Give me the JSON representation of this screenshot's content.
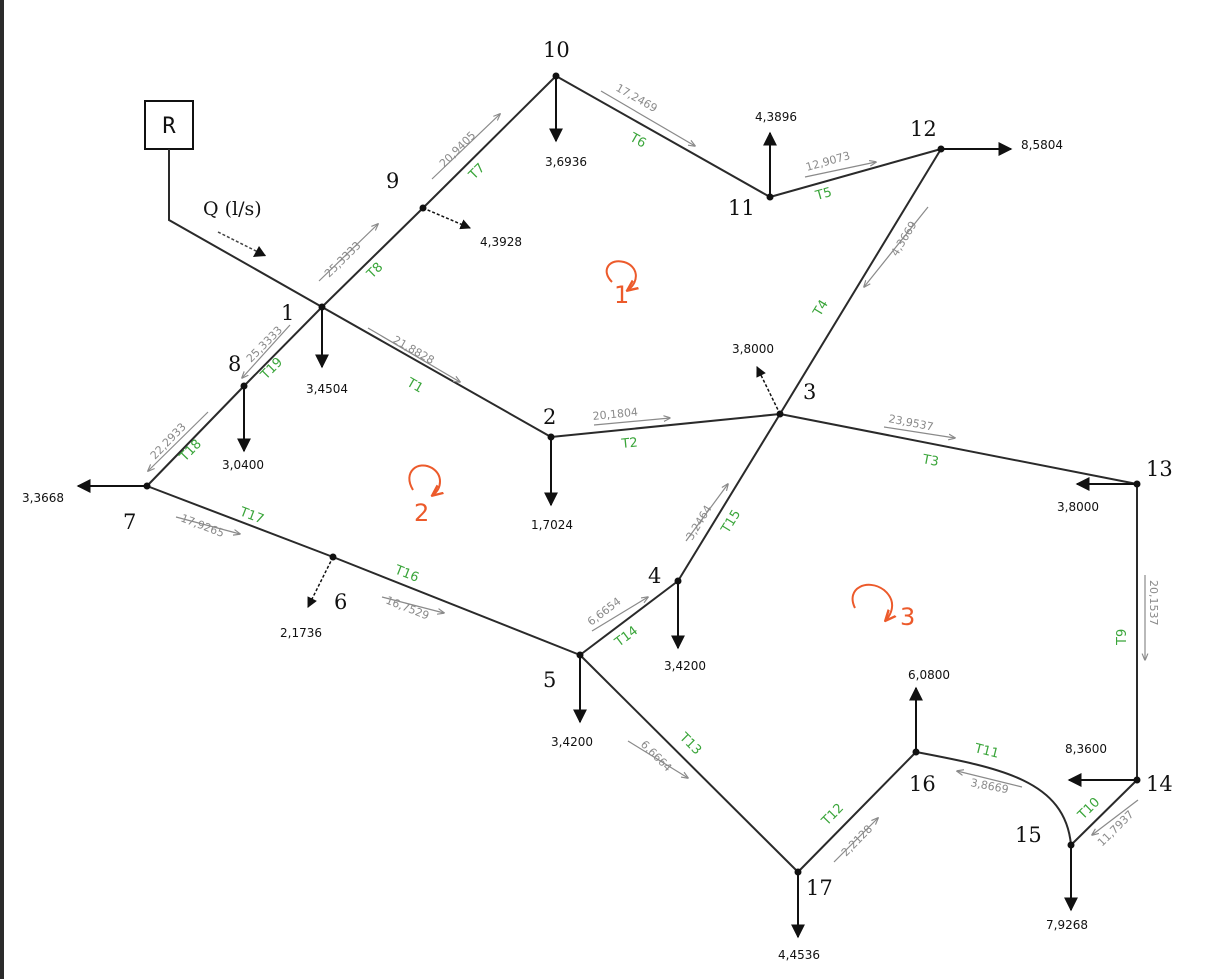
{
  "reservoir": {
    "label": "R"
  },
  "inflow": {
    "label": "Q (l/s)"
  },
  "nodes": [
    {
      "id": "1",
      "label": "1"
    },
    {
      "id": "2",
      "label": "2"
    },
    {
      "id": "3",
      "label": "3"
    },
    {
      "id": "4",
      "label": "4"
    },
    {
      "id": "5",
      "label": "5"
    },
    {
      "id": "6",
      "label": "6"
    },
    {
      "id": "7",
      "label": "7"
    },
    {
      "id": "8",
      "label": "8"
    },
    {
      "id": "9",
      "label": "9"
    },
    {
      "id": "10",
      "label": "10"
    },
    {
      "id": "11",
      "label": "11"
    },
    {
      "id": "12",
      "label": "12"
    },
    {
      "id": "13",
      "label": "13"
    },
    {
      "id": "14",
      "label": "14"
    },
    {
      "id": "15",
      "label": "15"
    },
    {
      "id": "16",
      "label": "16"
    },
    {
      "id": "17",
      "label": "17"
    }
  ],
  "demands": {
    "n1": "3,4504",
    "n2": "1,7024",
    "n3": "3,8000",
    "n4": "3,4200",
    "n5": "3,4200",
    "n6": "2,1736",
    "n7": "3,3668",
    "n8": "3,0400",
    "n9": "4,3928",
    "n10": "3,6936",
    "n11": "4,3896",
    "n12": "8,5804",
    "n13": "3,8000",
    "n14": "8,3600",
    "n15": "7,9268",
    "n16": "6,0800",
    "n17": "4,4536"
  },
  "pipes": {
    "T1": "T1",
    "T2": "T2",
    "T3": "T3",
    "T4": "T4",
    "T5": "T5",
    "T6": "T6",
    "T7": "T7",
    "T8": "T8",
    "T9": "T9",
    "T10": "T10",
    "T11": "T11",
    "T12": "T12",
    "T13": "T13",
    "T14": "T14",
    "T15": "T15",
    "T16": "T16",
    "T17": "T17",
    "T18": "T18",
    "T19": "T19"
  },
  "flows": {
    "T1": "21,8828",
    "T2": "20,1804",
    "T3": "23,9537",
    "T4": "4,3669",
    "T5": "12,9073",
    "T6": "17,2469",
    "T7": "20,9405",
    "T8": "25,3333",
    "T9": "20,1537",
    "T10": "11,7937",
    "T11": "3,8669",
    "T12": "2,2128",
    "T13": "6,6664",
    "T14": "6,6654",
    "T15": "3,2464",
    "T16": "16,7529",
    "T17": "17,9265",
    "T18": "22,2933",
    "T19": "25,3333"
  },
  "loops": {
    "l1": "1",
    "l2": "2",
    "l3": "3"
  },
  "colors": {
    "pipe": "#2a2a2a",
    "flow_arrow": "#8a8a8a",
    "pipe_label": "#3aa53a",
    "loop": "#ec5a2b"
  }
}
